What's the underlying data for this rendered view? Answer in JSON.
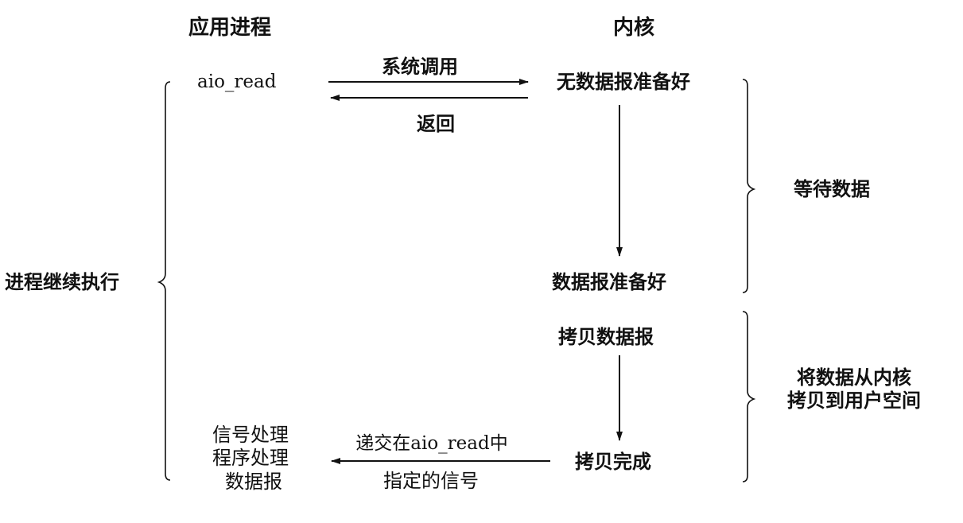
{
  "headers": {
    "app_process": "应用进程",
    "kernel": "内核"
  },
  "app": {
    "aio_read": "aio_read",
    "continue_exec": "进程继续执行",
    "signal_handler": [
      "信号处理",
      "程序处理",
      "数据报"
    ]
  },
  "arrows": {
    "syscall": "系统调用",
    "return": "返回",
    "deliver_signal": [
      "递交在aio_read中",
      "指定的信号"
    ]
  },
  "kernel": {
    "no_datagram_ready": "无数据报准备好",
    "datagram_ready": "数据报准备好",
    "copy_datagram": "拷贝数据报",
    "copy_complete": "拷贝完成"
  },
  "phases": {
    "wait_for_data": "等待数据",
    "copy_to_user": [
      "将数据从内核",
      "拷贝到用户空间"
    ]
  }
}
